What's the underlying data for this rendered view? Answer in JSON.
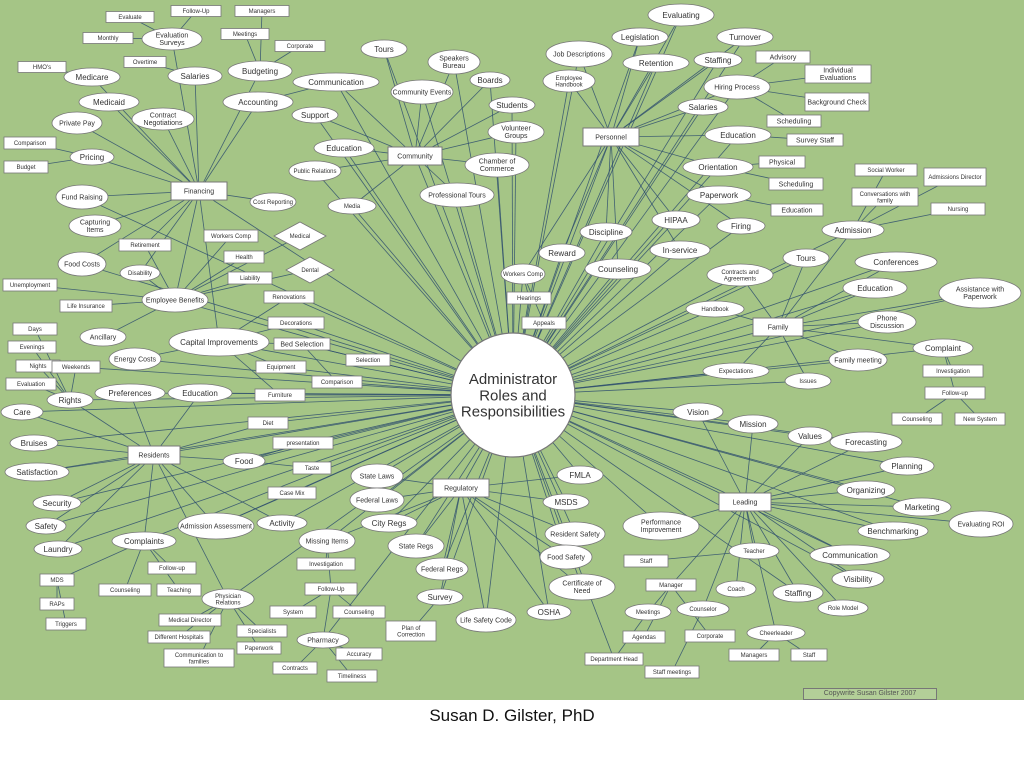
{
  "caption": "Susan D. Gilster, PhD",
  "copyright": "Copywrite Susan Gilster 2007",
  "colors": {
    "background": "#a5c586",
    "node_fill": "#ffffff",
    "node_stroke": "#777777",
    "line": "#2f4f6f",
    "text": "#333333"
  },
  "center": "Administrator Roles and Responsibilities",
  "nodes": [
    {
      "id": "c",
      "label": "Administrator Roles and Responsibilities"
    },
    {
      "id": "fin",
      "label": "Financing"
    },
    {
      "id": "com",
      "label": "Community"
    },
    {
      "id": "per",
      "label": "Personnel"
    },
    {
      "id": "fam",
      "label": "Family"
    },
    {
      "id": "lea",
      "label": "Leading"
    },
    {
      "id": "reg",
      "label": "Regulatory"
    },
    {
      "id": "res",
      "label": "Residents"
    },
    {
      "id": "f1",
      "label": "Evaluate"
    },
    {
      "id": "f2",
      "label": "Follow-Up"
    },
    {
      "id": "f3",
      "label": "Managers"
    },
    {
      "id": "f4",
      "label": "Monthly"
    },
    {
      "id": "f5",
      "label": "Evaluation Surveys"
    },
    {
      "id": "f6",
      "label": "Meetings"
    },
    {
      "id": "f7",
      "label": "Corporate"
    },
    {
      "id": "f8",
      "label": "HMO's"
    },
    {
      "id": "f9",
      "label": "Overtime"
    },
    {
      "id": "f10",
      "label": "Salaries"
    },
    {
      "id": "f11",
      "label": "Budgeting"
    },
    {
      "id": "f12",
      "label": "Medicare"
    },
    {
      "id": "f13",
      "label": "Medicaid"
    },
    {
      "id": "f14",
      "label": "Accounting"
    },
    {
      "id": "f15",
      "label": "Private Pay"
    },
    {
      "id": "f16",
      "label": "Contract Negotiations"
    },
    {
      "id": "f17",
      "label": "Comparison"
    },
    {
      "id": "f18",
      "label": "Pricing"
    },
    {
      "id": "f19",
      "label": "Budget"
    },
    {
      "id": "f20",
      "label": "Fund Raising"
    },
    {
      "id": "f21",
      "label": "Capturing Items"
    },
    {
      "id": "f22",
      "label": "Cost Reporting"
    },
    {
      "id": "f23",
      "label": "Retirement"
    },
    {
      "id": "f24",
      "label": "Workers Comp"
    },
    {
      "id": "f25",
      "label": "Medical"
    },
    {
      "id": "f26",
      "label": "Food Costs"
    },
    {
      "id": "f27",
      "label": "Disability"
    },
    {
      "id": "f28",
      "label": "Health"
    },
    {
      "id": "f29",
      "label": "Liability"
    },
    {
      "id": "f30",
      "label": "Dental"
    },
    {
      "id": "f31",
      "label": "Unemployment"
    },
    {
      "id": "f32",
      "label": "Employee Benefits"
    },
    {
      "id": "f33",
      "label": "Renovations"
    },
    {
      "id": "f34",
      "label": "Life Insurance"
    },
    {
      "id": "f35",
      "label": "Decorations"
    },
    {
      "id": "f36",
      "label": "Ancillary"
    },
    {
      "id": "f37",
      "label": "Capital Improvements"
    },
    {
      "id": "f38",
      "label": "Bed Selection"
    },
    {
      "id": "f39",
      "label": "Energy Costs"
    },
    {
      "id": "f40",
      "label": "Equipment"
    },
    {
      "id": "f41",
      "label": "Selection"
    },
    {
      "id": "f42",
      "label": "Comparison"
    },
    {
      "id": "f43",
      "label": "Furniture"
    },
    {
      "id": "c1",
      "label": "Tours"
    },
    {
      "id": "c2",
      "label": "Speakers Bureau"
    },
    {
      "id": "c3",
      "label": "Communication"
    },
    {
      "id": "c4",
      "label": "Boards"
    },
    {
      "id": "c5",
      "label": "Community Events"
    },
    {
      "id": "c6",
      "label": "Students"
    },
    {
      "id": "c7",
      "label": "Support"
    },
    {
      "id": "c8",
      "label": "Volunteer Groups"
    },
    {
      "id": "c9",
      "label": "Education"
    },
    {
      "id": "c10",
      "label": "Chamber of Commerce"
    },
    {
      "id": "c11",
      "label": "Public Relations"
    },
    {
      "id": "c12",
      "label": "Professional Tours"
    },
    {
      "id": "c13",
      "label": "Media"
    },
    {
      "id": "p1",
      "label": "Evaluating"
    },
    {
      "id": "p2",
      "label": "Legislation"
    },
    {
      "id": "p3",
      "label": "Turnover"
    },
    {
      "id": "p4",
      "label": "Job Descriptions"
    },
    {
      "id": "p5",
      "label": "Retention"
    },
    {
      "id": "p6",
      "label": "Staffing"
    },
    {
      "id": "p7",
      "label": "Advisory"
    },
    {
      "id": "p8",
      "label": "Employee Handbook"
    },
    {
      "id": "p9",
      "label": "Individual Evaluations"
    },
    {
      "id": "p10",
      "label": "Hiring Process"
    },
    {
      "id": "p11",
      "label": "Background Check"
    },
    {
      "id": "p12",
      "label": "Salaries"
    },
    {
      "id": "p13",
      "label": "Scheduling"
    },
    {
      "id": "p14",
      "label": "Education"
    },
    {
      "id": "p15",
      "label": "Survey Staff"
    },
    {
      "id": "p16",
      "label": "Physical"
    },
    {
      "id": "p17",
      "label": "Orientation"
    },
    {
      "id": "p18",
      "label": "Scheduling"
    },
    {
      "id": "p19",
      "label": "Paperwork"
    },
    {
      "id": "p20",
      "label": "Education"
    },
    {
      "id": "p21",
      "label": "HIPAA"
    },
    {
      "id": "p22",
      "label": "Firing"
    },
    {
      "id": "p23",
      "label": "Discipline"
    },
    {
      "id": "p24",
      "label": "In-service"
    },
    {
      "id": "p25",
      "label": "Reward"
    },
    {
      "id": "p26",
      "label": "Counseling"
    },
    {
      "id": "p27",
      "label": "Workers Comp"
    },
    {
      "id": "p28",
      "label": "Hearings"
    },
    {
      "id": "p29",
      "label": "Appeals"
    },
    {
      "id": "m1",
      "label": "Social Worker"
    },
    {
      "id": "m2",
      "label": "Admissions Director"
    },
    {
      "id": "m3",
      "label": "Conversations with family"
    },
    {
      "id": "m4",
      "label": "Nursing"
    },
    {
      "id": "m5",
      "label": "Admission"
    },
    {
      "id": "m6",
      "label": "Tours"
    },
    {
      "id": "m7",
      "label": "Conferences"
    },
    {
      "id": "m8",
      "label": "Contracts and Agreements"
    },
    {
      "id": "m9",
      "label": "Education"
    },
    {
      "id": "m10",
      "label": "Assistance with Paperwork"
    },
    {
      "id": "m11",
      "label": "Handbook"
    },
    {
      "id": "m12",
      "label": "Phone Discussion"
    },
    {
      "id": "m13",
      "label": "Complaint"
    },
    {
      "id": "m14",
      "label": "Family meeting"
    },
    {
      "id": "m15",
      "label": "Expectations"
    },
    {
      "id": "m16",
      "label": "Issues"
    },
    {
      "id": "m17",
      "label": "Investigation"
    },
    {
      "id": "m18",
      "label": "Follow-up"
    },
    {
      "id": "m19",
      "label": "Counseling"
    },
    {
      "id": "m20",
      "label": "New System"
    },
    {
      "id": "l1",
      "label": "Vision"
    },
    {
      "id": "l2",
      "label": "Mission"
    },
    {
      "id": "l3",
      "label": "Values"
    },
    {
      "id": "l4",
      "label": "Forecasting"
    },
    {
      "id": "l5",
      "label": "Planning"
    },
    {
      "id": "l6",
      "label": "Organizing"
    },
    {
      "id": "l7",
      "label": "Marketing"
    },
    {
      "id": "l8",
      "label": "Evaluating ROI"
    },
    {
      "id": "l9",
      "label": "Benchmarking"
    },
    {
      "id": "l10",
      "label": "Performance Improvement"
    },
    {
      "id": "l11",
      "label": "Teacher"
    },
    {
      "id": "l12",
      "label": "Communication"
    },
    {
      "id": "l13",
      "label": "Staff"
    },
    {
      "id": "l14",
      "label": "Visibility"
    },
    {
      "id": "l15",
      "label": "Manager"
    },
    {
      "id": "l16",
      "label": "Coach"
    },
    {
      "id": "l17",
      "label": "Staffing"
    },
    {
      "id": "l18",
      "label": "Meetings"
    },
    {
      "id": "l19",
      "label": "Counselor"
    },
    {
      "id": "l20",
      "label": "Role Model"
    },
    {
      "id": "l21",
      "label": "Agendas"
    },
    {
      "id": "l22",
      "label": "Corporate"
    },
    {
      "id": "l23",
      "label": "Cheerleader"
    },
    {
      "id": "l24",
      "label": "Managers"
    },
    {
      "id": "l25",
      "label": "Staff"
    },
    {
      "id": "l26",
      "label": "Department Head"
    },
    {
      "id": "l27",
      "label": "Staff meetings"
    },
    {
      "id": "g1",
      "label": "FMLA"
    },
    {
      "id": "g2",
      "label": "State Laws"
    },
    {
      "id": "g3",
      "label": "Federal Laws"
    },
    {
      "id": "g4",
      "label": "MSDS"
    },
    {
      "id": "g5",
      "label": "City Regs"
    },
    {
      "id": "g6",
      "label": "Resident Safety"
    },
    {
      "id": "g7",
      "label": "Missing Items"
    },
    {
      "id": "g8",
      "label": "State Regs"
    },
    {
      "id": "g9",
      "label": "Food Safety"
    },
    {
      "id": "g10",
      "label": "Federal Regs"
    },
    {
      "id": "g11",
      "label": "Certificate of Need"
    },
    {
      "id": "g12",
      "label": "Survey"
    },
    {
      "id": "g13",
      "label": "Life Safety Code"
    },
    {
      "id": "g14",
      "label": "OSHA"
    },
    {
      "id": "g15",
      "label": "Investigation"
    },
    {
      "id": "g16",
      "label": "Follow-Up"
    },
    {
      "id": "g17",
      "label": "System"
    },
    {
      "id": "g18",
      "label": "Counseling"
    },
    {
      "id": "g19",
      "label": "Plan of Correction"
    },
    {
      "id": "g20",
      "label": "Pharmacy"
    },
    {
      "id": "g21",
      "label": "Accuracy"
    },
    {
      "id": "g22",
      "label": "Timeliness"
    },
    {
      "id": "g23",
      "label": "Contracts"
    },
    {
      "id": "r1",
      "label": "Days"
    },
    {
      "id": "r2",
      "label": "Evenings"
    },
    {
      "id": "r3",
      "label": "Nights"
    },
    {
      "id": "r4",
      "label": "Weekends"
    },
    {
      "id": "r5",
      "label": "Evaluation"
    },
    {
      "id": "r6",
      "label": "Preferences"
    },
    {
      "id": "r7",
      "label": "Education"
    },
    {
      "id": "r8",
      "label": "Rights"
    },
    {
      "id": "r9",
      "label": "Care"
    },
    {
      "id": "r10",
      "label": "Diet"
    },
    {
      "id": "r11",
      "label": "Bruises"
    },
    {
      "id": "r12",
      "label": "presentation"
    },
    {
      "id": "r13",
      "label": "Food"
    },
    {
      "id": "r14",
      "label": "Taste"
    },
    {
      "id": "r15",
      "label": "Satisfaction"
    },
    {
      "id": "r16",
      "label": "Case Mix"
    },
    {
      "id": "r17",
      "label": "Security"
    },
    {
      "id": "r18",
      "label": "Safety"
    },
    {
      "id": "r19",
      "label": "Admission Assessment"
    },
    {
      "id": "r20",
      "label": "Activity"
    },
    {
      "id": "r21",
      "label": "Laundry"
    },
    {
      "id": "r22",
      "label": "Complaints"
    },
    {
      "id": "r23",
      "label": "Follow-up"
    },
    {
      "id": "r24",
      "label": "MDS"
    },
    {
      "id": "r25",
      "label": "Counseling"
    },
    {
      "id": "r26",
      "label": "Teaching"
    },
    {
      "id": "r27",
      "label": "Physician Relations"
    },
    {
      "id": "r28",
      "label": "RAPs"
    },
    {
      "id": "r29",
      "label": "Triggers"
    },
    {
      "id": "r30",
      "label": "Medical Director"
    },
    {
      "id": "r31",
      "label": "Different Hospitals"
    },
    {
      "id": "r32",
      "label": "Specialists"
    },
    {
      "id": "r33",
      "label": "Paperwork"
    },
    {
      "id": "r34",
      "label": "Communication to families"
    }
  ]
}
